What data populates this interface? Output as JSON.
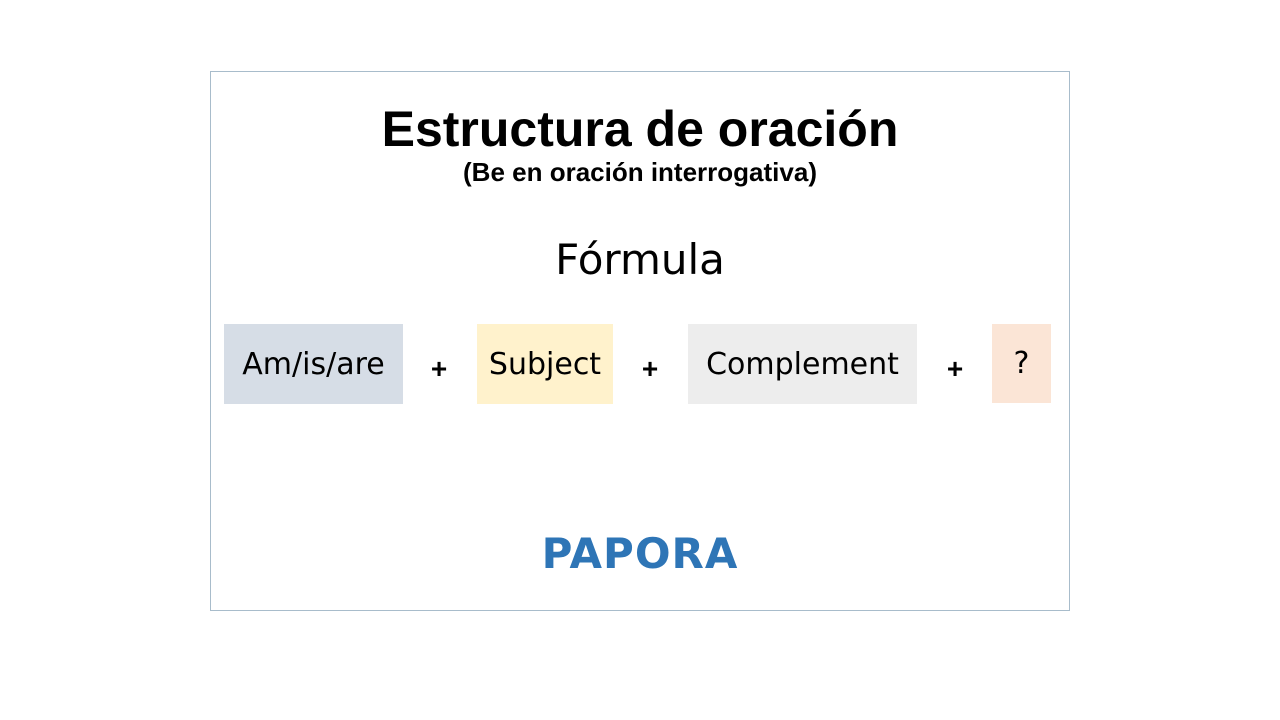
{
  "slide": {
    "title": "Estructura de oración",
    "subtitle": "(Be en oración interrogativa)",
    "formula_label": "Fórmula",
    "formula": [
      {
        "text": "Am/is/are",
        "color": "#d6dde6"
      },
      {
        "text": "Subject",
        "color": "#fff2cc"
      },
      {
        "text": "Complement",
        "color": "#ededed"
      },
      {
        "text": "?",
        "color": "#fbe5d6"
      }
    ],
    "operator": "+",
    "logo": {
      "text": "PAPORA",
      "color": "#2e75b6"
    },
    "border_color": "#a8bccb"
  }
}
